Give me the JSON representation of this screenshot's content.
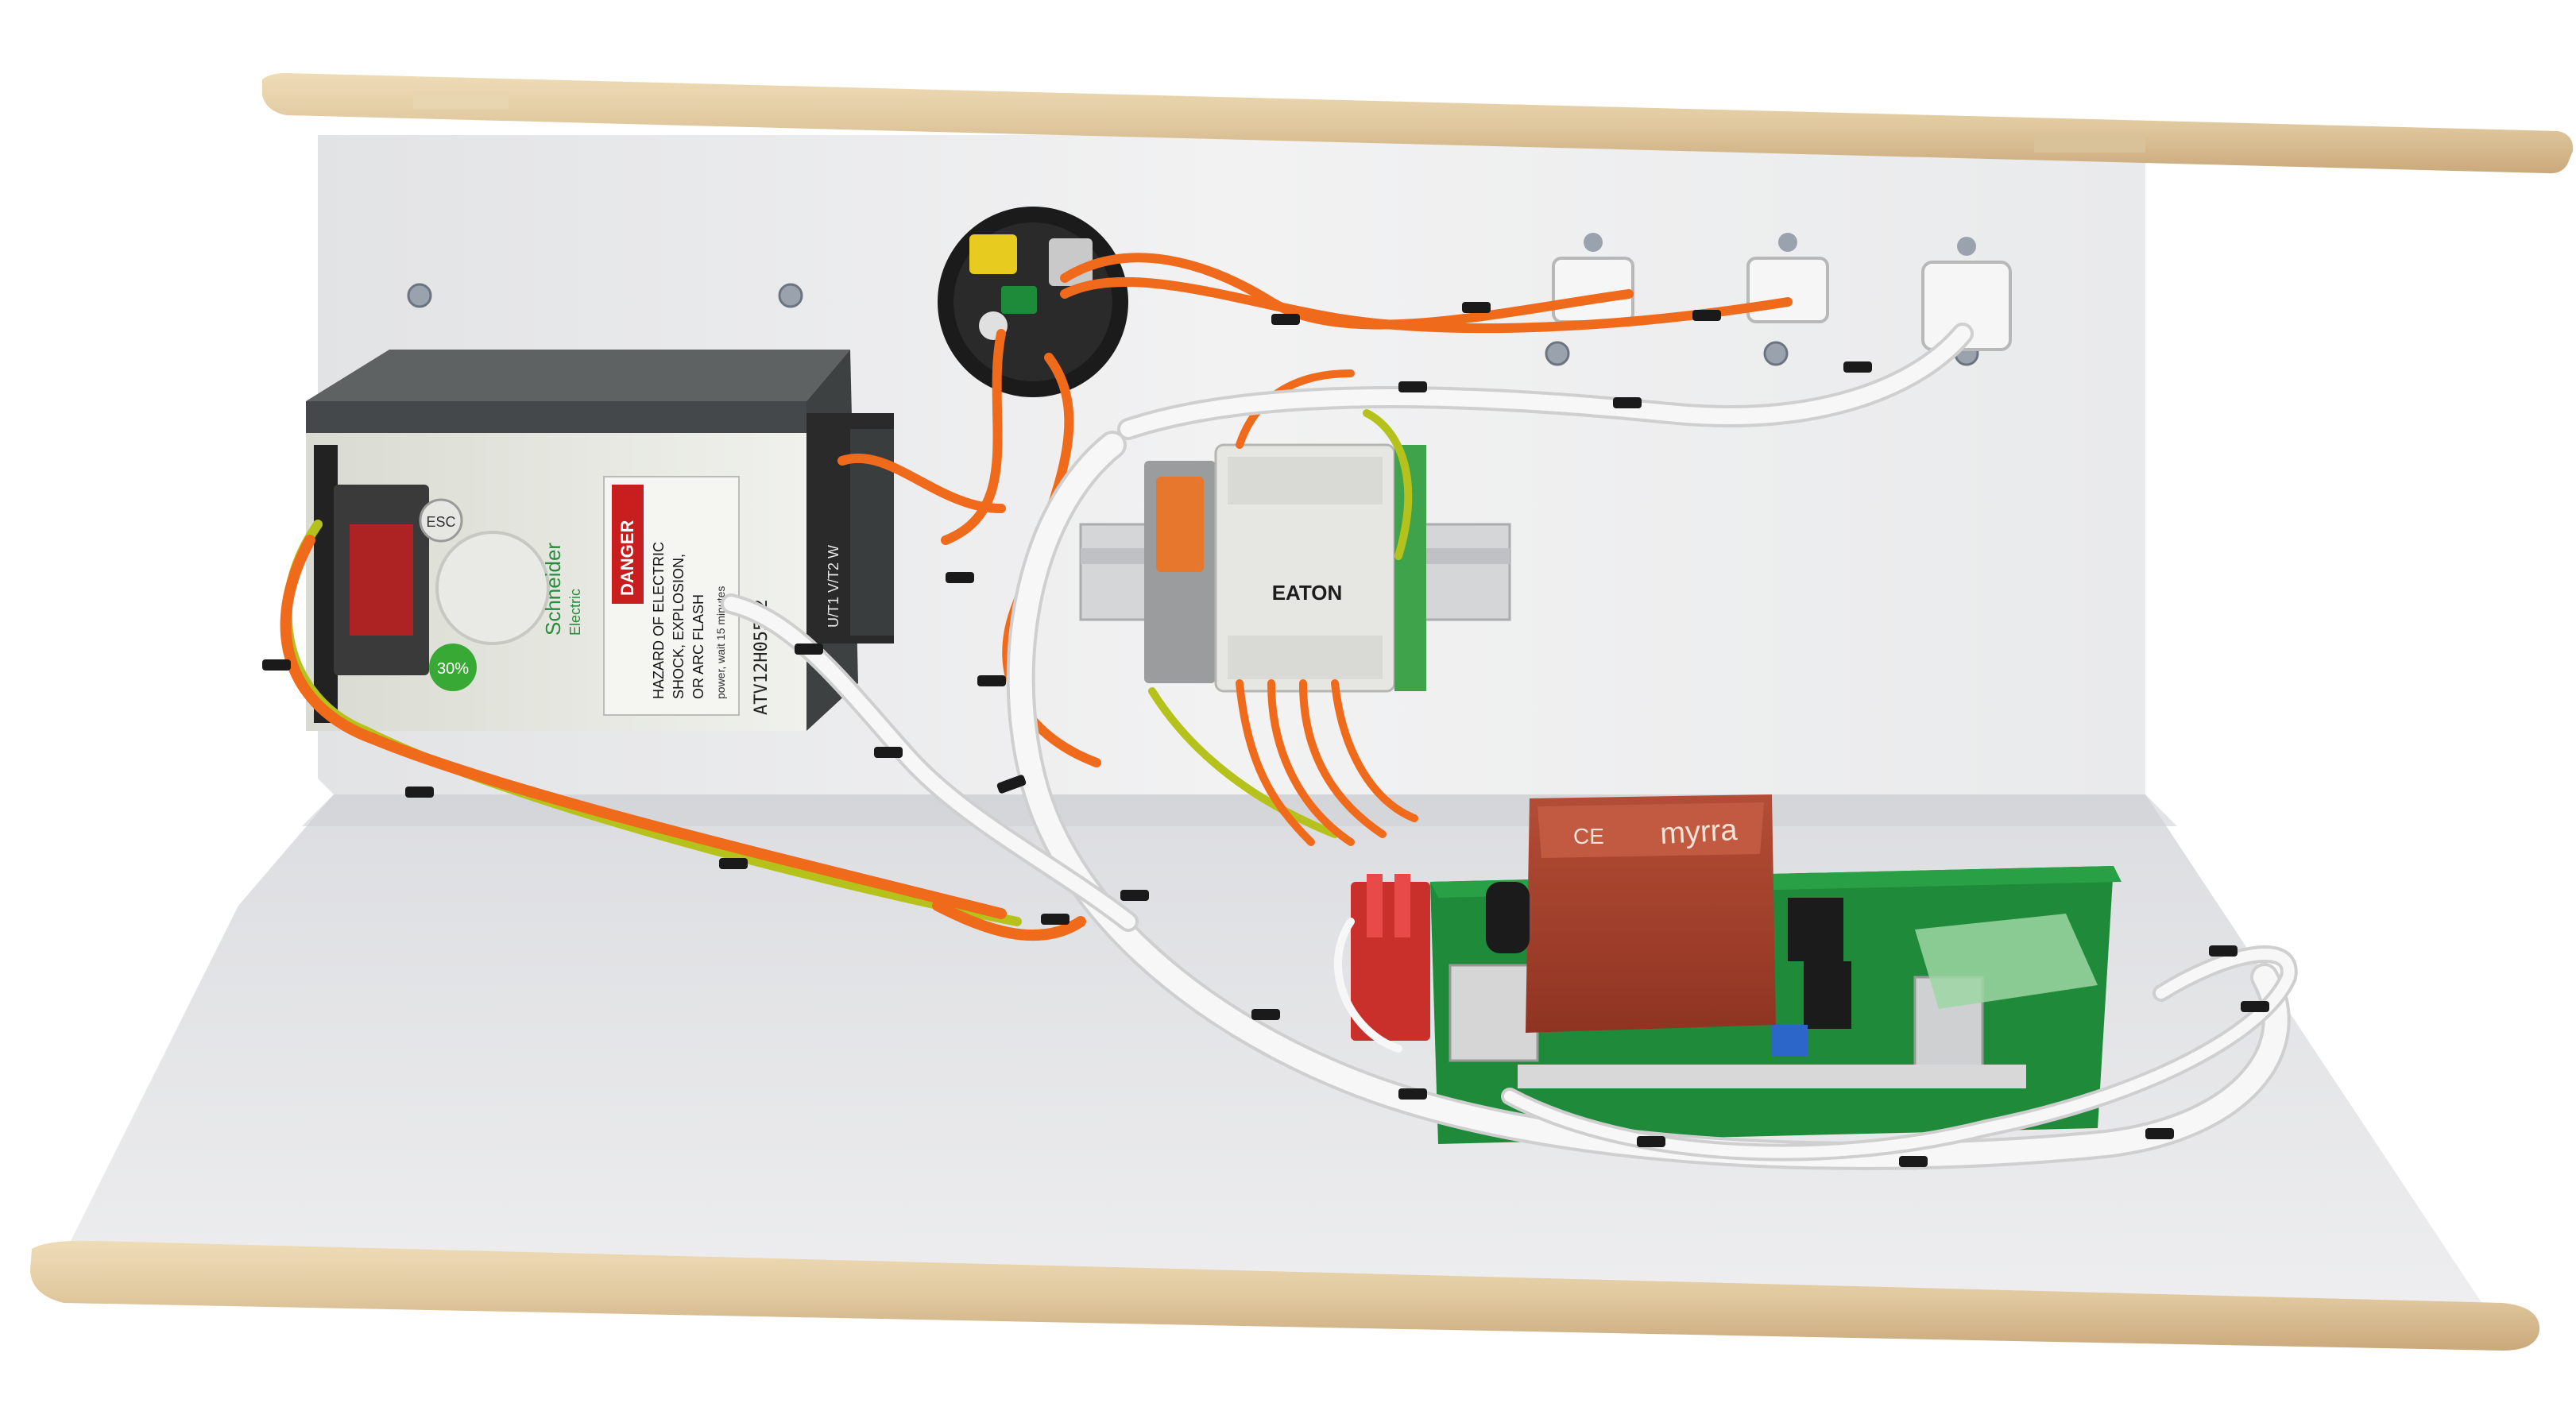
{
  "drive": {
    "brand": "Schneider",
    "brand_sub": "Electric",
    "model": "ATV12H055M2",
    "key": "ESC",
    "badge": "30%",
    "warning_title": "DANGER",
    "warning_lines": [
      "HAZARD OF ELECTRIC",
      "SHOCK, EXPLOSION,",
      "OR ARC FLASH"
    ],
    "power_caption": "power, wait 15 minutes",
    "terminal_labels": "U/T1 V/T2 W"
  },
  "contactor": {
    "brand": "EATON"
  },
  "transformer": {
    "brand": "myrra",
    "mark": "CE"
  },
  "colors": {
    "panel": "#efeff0",
    "foam": "#e3cfa8",
    "wire_orange": "#f06a1c",
    "wire_white": "#f4f4f4",
    "wire_green_yellow": "#b5c21b",
    "pcb": "#1f8a3a",
    "transformer": "#a8432d"
  }
}
